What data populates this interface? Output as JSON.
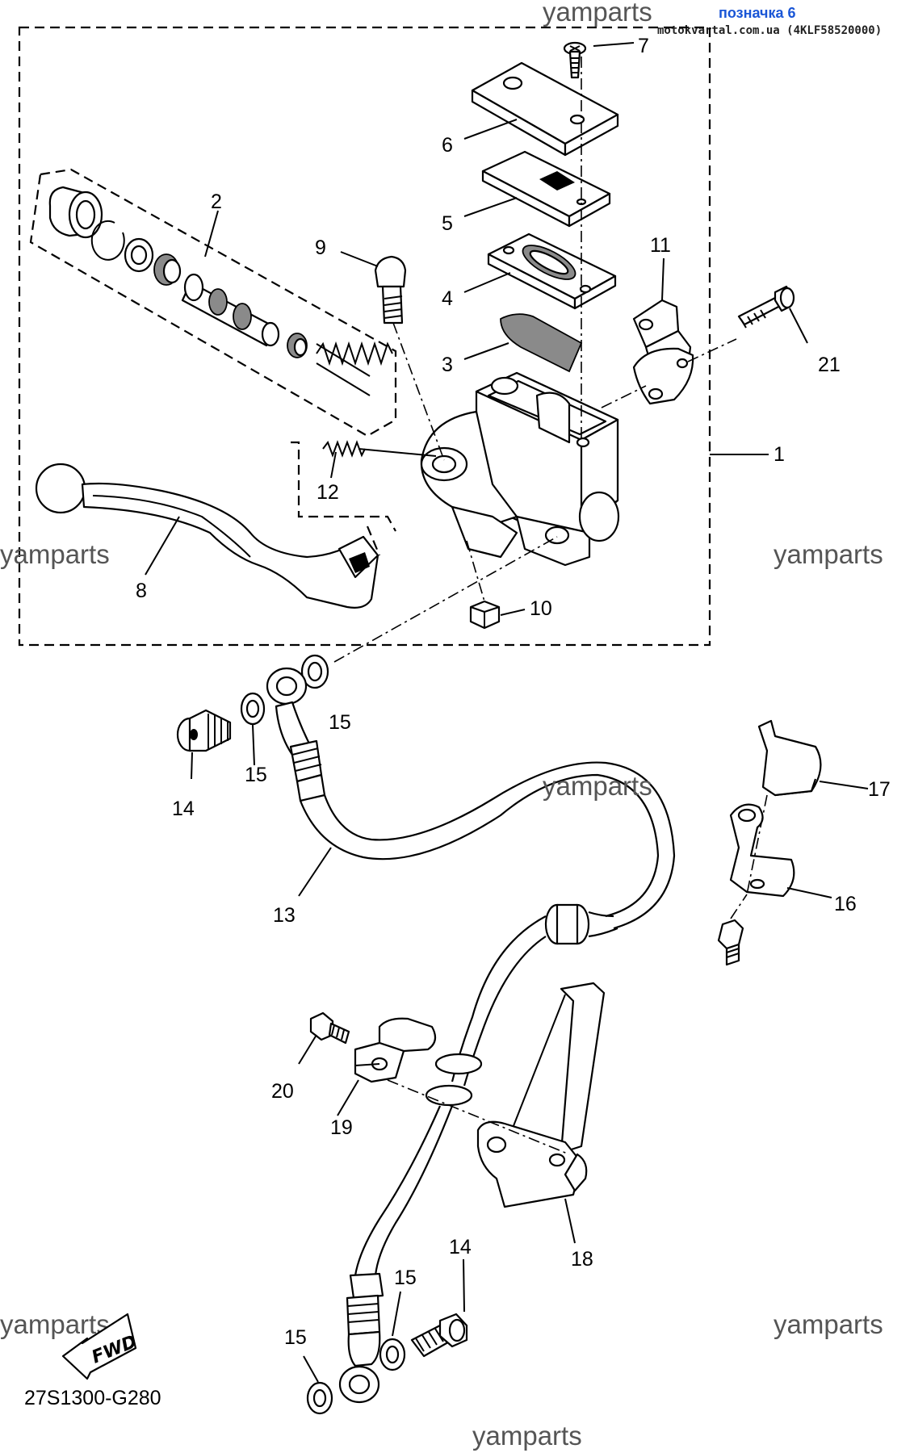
{
  "header": {
    "tag": "позначка 6",
    "source": "motokvartal.com.ua (4KLF58520000)"
  },
  "watermarks": [
    "yamparts",
    "yamparts",
    "yamparts",
    "yamparts",
    "yamparts",
    "yamparts",
    "yamparts"
  ],
  "parts": [
    {
      "ref": "1",
      "label": "1"
    },
    {
      "ref": "2",
      "label": "2"
    },
    {
      "ref": "3",
      "label": "3"
    },
    {
      "ref": "4",
      "label": "4"
    },
    {
      "ref": "5",
      "label": "5"
    },
    {
      "ref": "6",
      "label": "6"
    },
    {
      "ref": "7",
      "label": "7"
    },
    {
      "ref": "8",
      "label": "8"
    },
    {
      "ref": "9",
      "label": "9"
    },
    {
      "ref": "10",
      "label": "10"
    },
    {
      "ref": "11",
      "label": "11"
    },
    {
      "ref": "12",
      "label": "12"
    },
    {
      "ref": "13",
      "label": "13"
    },
    {
      "ref": "14a",
      "label": "14"
    },
    {
      "ref": "14b",
      "label": "14"
    },
    {
      "ref": "15a",
      "label": "15"
    },
    {
      "ref": "15b",
      "label": "15"
    },
    {
      "ref": "15c",
      "label": "15"
    },
    {
      "ref": "15d",
      "label": "15"
    },
    {
      "ref": "16",
      "label": "16"
    },
    {
      "ref": "17",
      "label": "17"
    },
    {
      "ref": "18",
      "label": "18"
    },
    {
      "ref": "19",
      "label": "19"
    },
    {
      "ref": "20",
      "label": "20"
    },
    {
      "ref": "21",
      "label": "21"
    }
  ],
  "fwd_label": "FWD",
  "diagram_code": "27S1300-G280",
  "icons": {
    "fwd_arrow": "fwd-arrow-icon"
  }
}
